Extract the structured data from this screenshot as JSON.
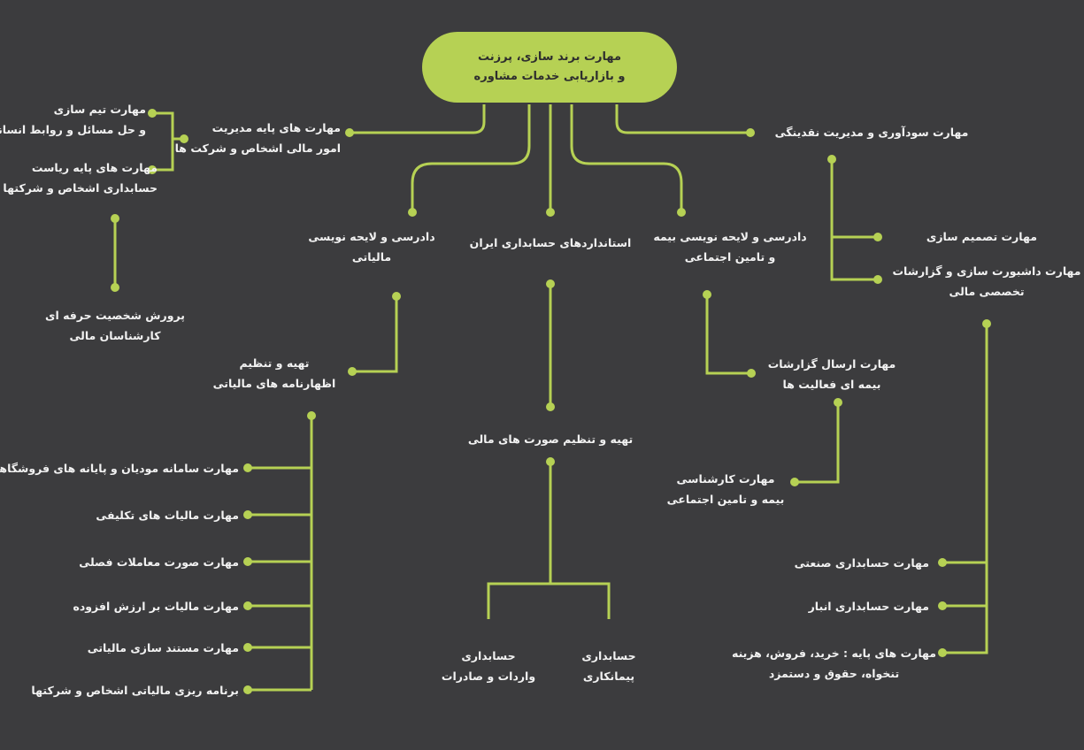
{
  "colors": {
    "background": "#3c3c3e",
    "accent": "#b6d154",
    "text": "#ffffff"
  },
  "root": {
    "line1": "مهارت برند سازی، پرزنت",
    "line2": "و بازاریابی خدمات مشاوره"
  },
  "left": {
    "basic_mgmt": {
      "line1": "مهارت های پایه مدیریت",
      "line2": "امور مالی اشخاص و شرکت ها"
    },
    "team": {
      "line1": "مهارت تیم سازی",
      "line2": "و حل مسائل و روابط انسانی"
    },
    "chief": {
      "line1": "مهارت های پایه ریاست",
      "line2": "حسابداری اشخاص و شرکتها"
    },
    "persona": {
      "line1": "پرورش شخصیت حرفه ای",
      "line2": "کارشناسان مالی"
    }
  },
  "tax": {
    "title": {
      "line1": "دادرسی و لایحه نویسی",
      "line2": "مالیاتی"
    },
    "returns": {
      "line1": "تهیه و تنظیم",
      "line2": "اظهارنامه های مالیاتی"
    },
    "items": [
      "مهارت سامانه مودیان و پایانه های فروشگاهی",
      "مهارت مالیات های تکلیفی",
      "مهارت صورت معاملات فصلی",
      "مهارت مالیات بر ارزش افزوده",
      "مهارت مستند سازی مالیاتی",
      "برنامه ریزی مالیاتی اشخاص و شرکتها"
    ]
  },
  "standards": {
    "title": "استانداردهای حسابداری ایران",
    "statements": "تهیه و تنظیم صورت های مالی",
    "import_export": {
      "line1": "حسابداری",
      "line2": "واردات و صادرات"
    },
    "contracting": {
      "line1": "حسابداری",
      "line2": "پیمانکاری"
    }
  },
  "insurance": {
    "title": {
      "line1": "دادرسی و لایحه نویسی بیمه",
      "line2": "و تامین اجتماعی"
    },
    "reports": {
      "line1": "مهارت ارسال گزارشات",
      "line2": "بیمه ای فعالیت ها"
    },
    "expert": {
      "line1": "مهارت کارشناسی",
      "line2": "بیمه و تامین اجتماعی"
    }
  },
  "right": {
    "profit": "مهارت سودآوری و مدیریت نقدینگی",
    "decision": "مهارت تصمیم سازی",
    "dashboard": {
      "line1": "مهارت داشبورت سازی و گزارشات",
      "line2": "تخصصی مالی"
    },
    "items": [
      {
        "line1": "مهارت حسابداری صنعتی"
      },
      {
        "line1": "مهارت حسابداری انبار"
      },
      {
        "line1": "مهارت های پایه : خرید، فروش، هزینه",
        "line2": "تنخواه، حقوق و دستمزد"
      }
    ]
  }
}
